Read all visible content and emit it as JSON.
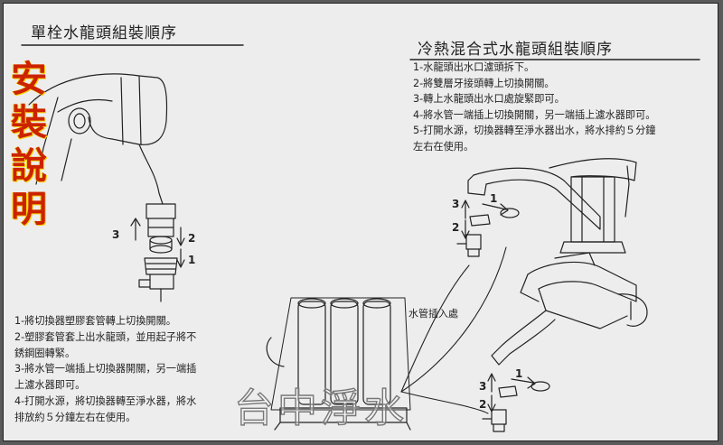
{
  "left_section": {
    "title": "單栓水龍頭組裝順序",
    "steps": [
      "1-將切換器塑膠套管轉上切換開關。",
      "2-塑膠套管套上出水龍頭，並用起子將不",
      "銹鋼圈轉緊。",
      "3-將水管一端插上切換器開關，另一端插",
      "上濾水器即可。",
      "4-打開水源，將切換器轉至淨水器，將水",
      "排放約５分鐘左右在使用。"
    ],
    "diagram_numbers": {
      "n3": "3",
      "n2": "2",
      "n1": "1"
    }
  },
  "side_label": [
    "安",
    "裝",
    "說",
    "明"
  ],
  "right_section": {
    "title": "冷熱混合式水龍頭組裝順序",
    "steps": [
      "1-水龍頭出水口濾頭拆下。",
      "2-將雙層牙接頭轉上切換開關。",
      "3-轉上水龍頭出水口處旋緊即可。",
      "4-將水管一端插上切換開關，另一端插上濾水器即可。",
      "5-打開水源，切換器轉至淨水器出水，將水排約５分鐘",
      "左右在使用。"
    ],
    "diagram1_numbers": {
      "n3": "3",
      "n2": "2",
      "n1": "1"
    },
    "diagram2_numbers": {
      "n3": "3",
      "n2": "2",
      "n1": "1"
    }
  },
  "callout": "水管插入處",
  "watermark": "台中淨水",
  "colors": {
    "background": "#ededed",
    "accent_red": "#cc2200",
    "accent_yellow": "#f7d000",
    "ink": "#222222"
  }
}
